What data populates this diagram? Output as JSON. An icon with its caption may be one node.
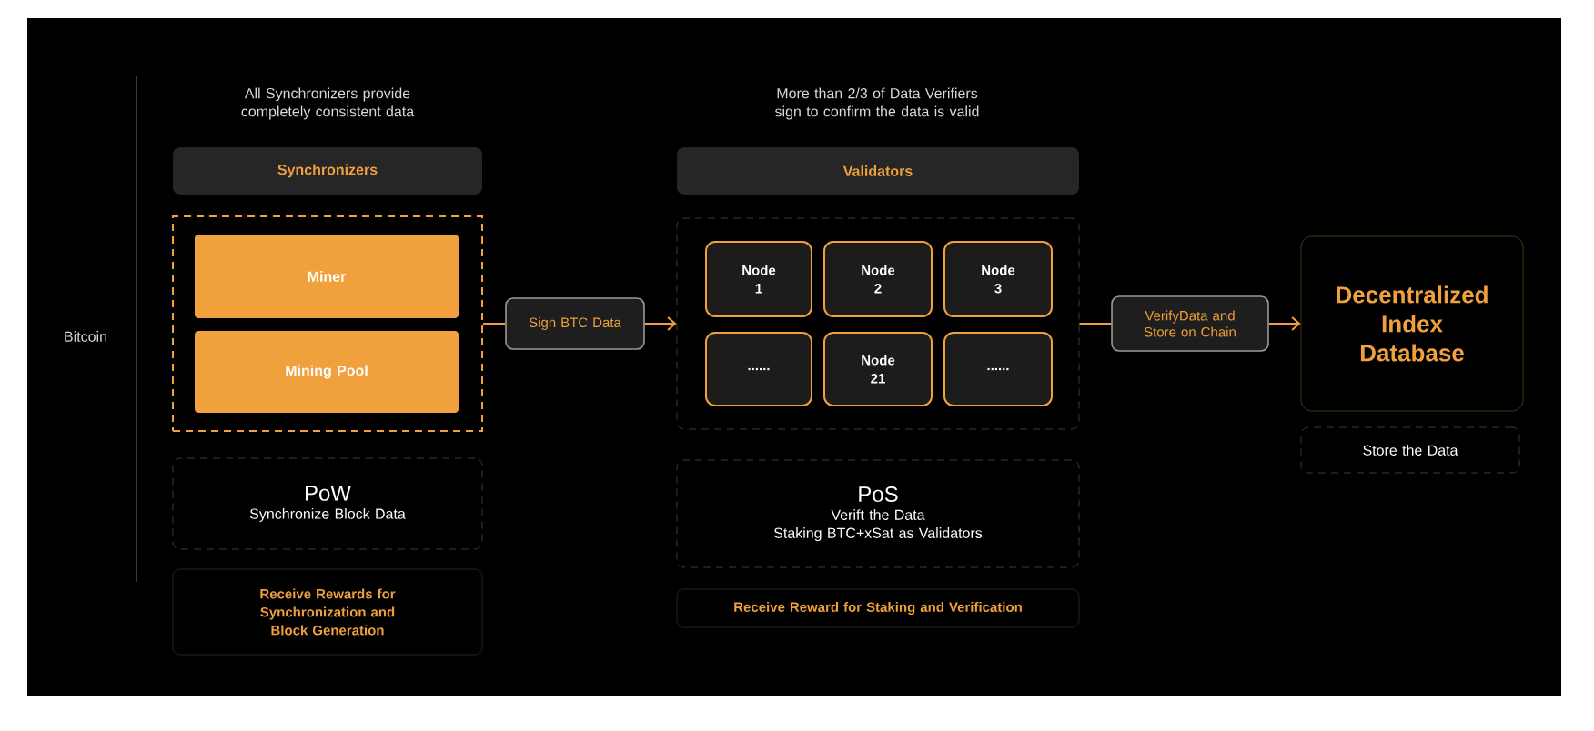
{
  "diagram": {
    "nodes": [
      {
        "text": [
          "Synchronizers"
        ]
      },
      {
        "text": [],
        "shape": "box"
      },
      {
        "text": [
          "Miner"
        ],
        "in": 1
      },
      {
        "text": [
          "Mining Pool"
        ],
        "in": 1
      },
      {
        "text": [
          "PoW",
          "Synchronize Block Data"
        ]
      },
      {
        "text": [
          "Receive Rewards for Synchronization and Block Generation"
        ]
      },
      {
        "text": [
          "Sign BTC Data"
        ]
      },
      {
        "text": [
          "Validators"
        ]
      },
      {
        "text": [],
        "shape": "box"
      },
      {
        "text": [
          "Node 1"
        ],
        "in": 8
      },
      {
        "text": [
          "Node 2"
        ],
        "in": 8
      },
      {
        "text": [
          "Node 3"
        ],
        "in": 8
      },
      {
        "text": [
          "......"
        ],
        "in": 8
      },
      {
        "text": [
          "Node 21"
        ],
        "in": 8
      },
      {
        "text": [
          "......"
        ],
        "in": 8
      },
      {
        "text": [
          "PoS",
          "Verift the Data",
          "Staking BTC+xSat as Validators"
        ]
      },
      {
        "text": [
          "Receive Reward for Staking and Verification"
        ]
      },
      {
        "text": [
          "VerifyData and Store on Chain"
        ]
      },
      {
        "text": [
          "Decentralized Index Database"
        ]
      },
      {
        "text": [
          "Store the Data"
        ]
      }
    ],
    "edges": [
      {
        "from": 1,
        "to": 6,
        "arrow": "none"
      },
      {
        "from": 6,
        "to": 8,
        "arrow": "to"
      },
      {
        "from": 8,
        "to": 17,
        "arrow": "none"
      },
      {
        "from": 17,
        "to": 18,
        "arrow": "to"
      }
    ],
    "labels": [
      "Bitcoin",
      "All Synchronizers provide completely consistent data",
      "More than 2/3 of Data Verifiers sign to confirm the data is valid"
    ]
  }
}
